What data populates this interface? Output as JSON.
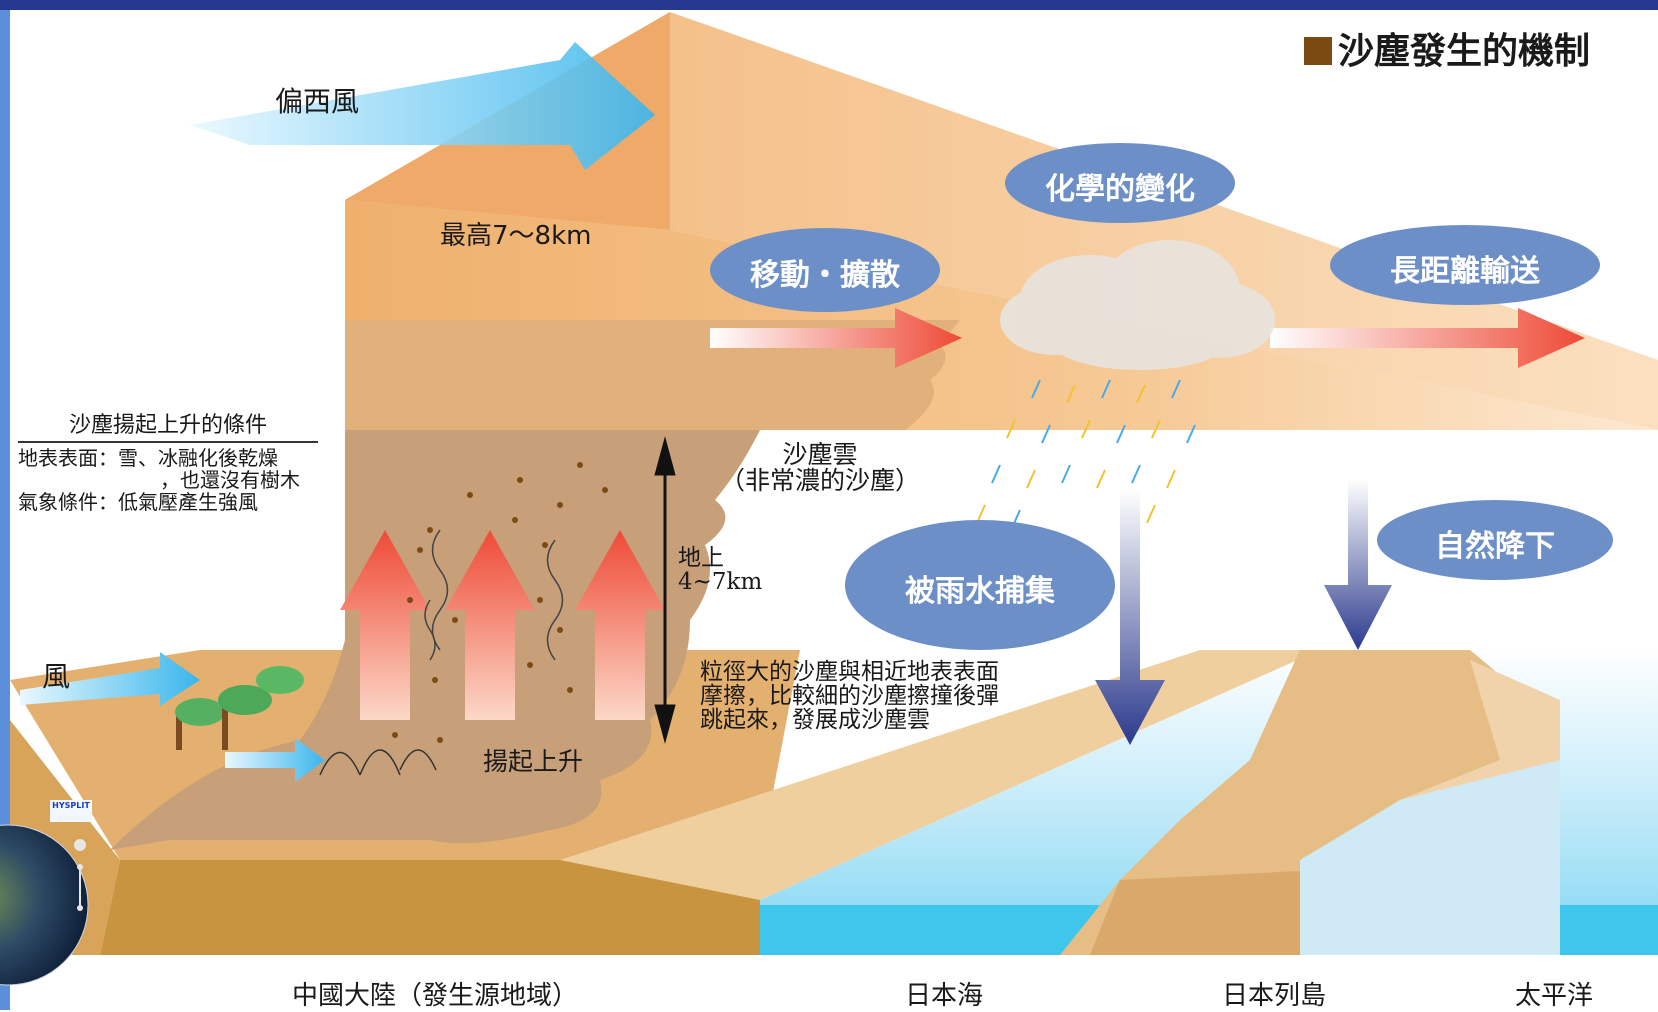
{
  "title": "沙塵發生的機制",
  "labels": {
    "westerly_wind": "偏西風",
    "max_height": "最高7～8km",
    "movement": "移動・擴散",
    "chemical_change": "化學的變化",
    "long_transport": "長距離輸送",
    "rain_capture": "被雨水捕集",
    "natural_fall": "自然降下",
    "wind": "風",
    "dust_cloud_line1": "沙塵雲",
    "dust_cloud_line2": "（非常濃的沙塵）",
    "height_line1": "地上",
    "height_line2": "4~7km",
    "uplift": "揚起上升",
    "note_line1": "粒徑大的沙塵與相近地表表面",
    "note_line2": "摩擦，比較細的沙塵擦撞後彈",
    "note_line3": "跳起來，發展成沙塵雲"
  },
  "conditions": {
    "header": "沙塵揚起上升的條件",
    "line1": "地表表面：雪、冰融化後乾燥",
    "line2": "，也還沒有樹木",
    "line3": "氣象條件：低氣壓產生強風"
  },
  "regions": {
    "china": "中國大陸（發生源地域）",
    "sea_of_japan": "日本海",
    "japan_islands": "日本列島",
    "pacific": "太平洋"
  },
  "inset": {
    "logo_text": "HYSPLIT"
  },
  "colors": {
    "frame_blue": "#5b8fd9",
    "oval_blue": "#6d8fc7",
    "sky_orange": "#f3b87d",
    "dust_brown": "#c9a27a",
    "ground_tan": "#e6b979",
    "sea_blue": "#3fc6ec",
    "arrow_red": "#f0503c",
    "arrow_navy": "#2b3a8c"
  }
}
